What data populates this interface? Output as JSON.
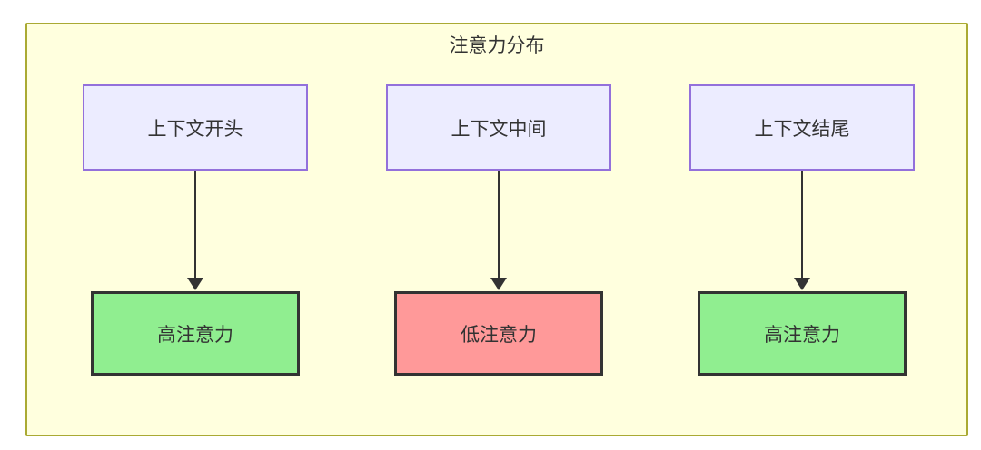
{
  "diagram": {
    "title": "注意力分布",
    "columns": [
      {
        "source": "上下文开头",
        "target": "高注意力",
        "target_level": "high"
      },
      {
        "source": "上下文中间",
        "target": "低注意力",
        "target_level": "low"
      },
      {
        "source": "上下文结尾",
        "target": "高注意力",
        "target_level": "high"
      }
    ],
    "colors": {
      "container_bg": "#ffffde",
      "container_border": "#aaaa33",
      "source_bg": "#ececff",
      "source_border": "#9370db",
      "high_bg": "#90ee90",
      "low_bg": "#ff9999",
      "target_border": "#333333",
      "arrow": "#333333",
      "text": "#333333"
    }
  }
}
